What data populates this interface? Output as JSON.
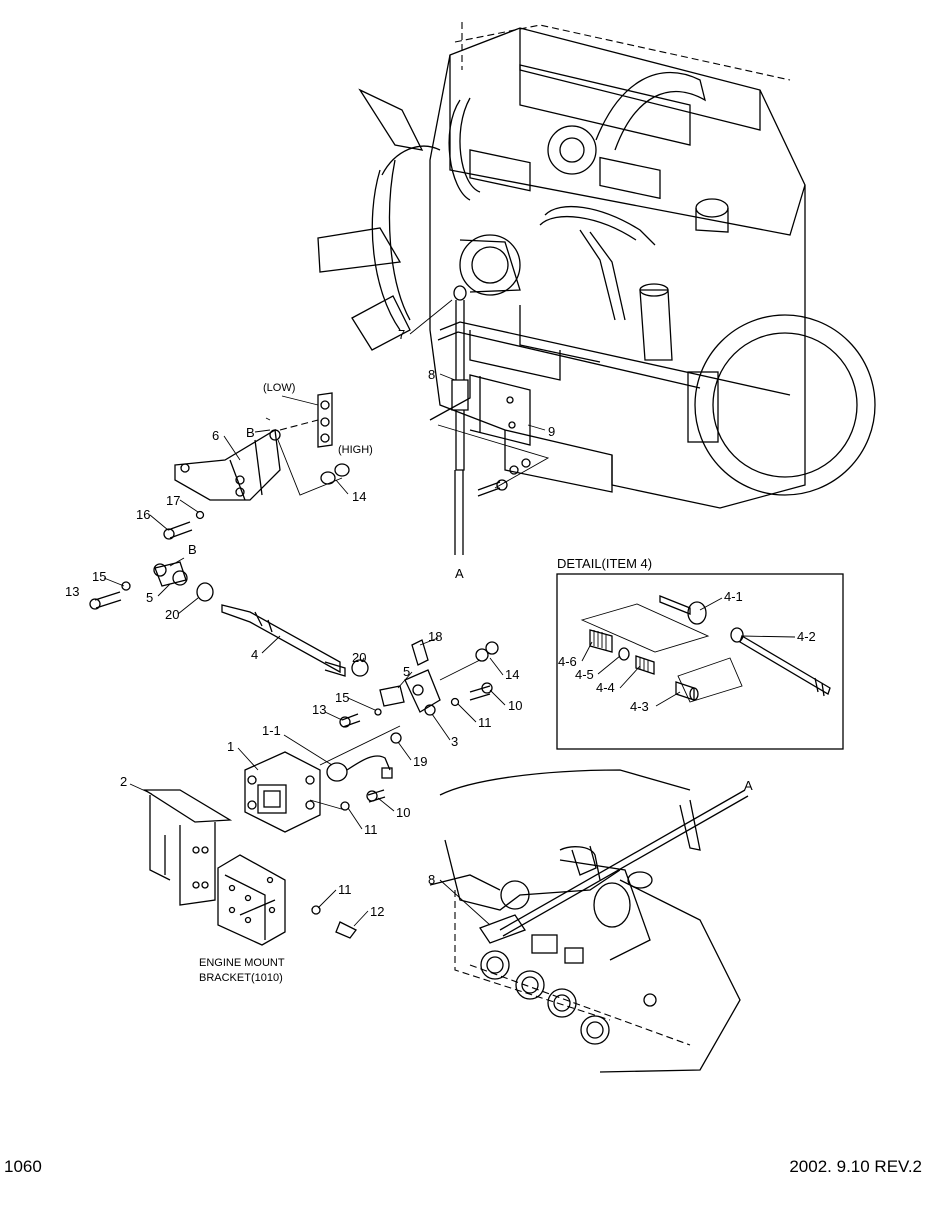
{
  "footer": {
    "page_number": "1060",
    "revision": "2002. 9.10 REV.2"
  },
  "detail_box": {
    "title": "DETAIL(ITEM 4)",
    "callouts": [
      "4-1",
      "4-2",
      "4-6",
      "4-5",
      "4-4",
      "4-3"
    ]
  },
  "callouts": {
    "c7": "7",
    "c8top": "8",
    "c9": "9",
    "cAtop": "A",
    "low": "(LOW)",
    "high": "(HIGH)",
    "cB1": "B",
    "c6": "6",
    "c14a": "14",
    "c17": "17",
    "c16": "16",
    "cB2": "B",
    "c15a": "15",
    "c13a": "13",
    "c5a": "5",
    "c20a": "20",
    "c4": "4",
    "c18": "18",
    "c20b": "20",
    "c5b": "5",
    "c14b": "14",
    "c15b": "15",
    "c13b": "13",
    "c10a": "10",
    "c11a": "11",
    "c3": "3",
    "c19": "19",
    "c1_1": "1-1",
    "c1": "1",
    "c2": "2",
    "c10b": "10",
    "c11b": "11",
    "c11c": "11",
    "c12": "12",
    "engine_mount": "ENGINE MOUNT",
    "bracket": "BRACKET(1010)",
    "c8bot": "8",
    "cAbot": "A"
  }
}
